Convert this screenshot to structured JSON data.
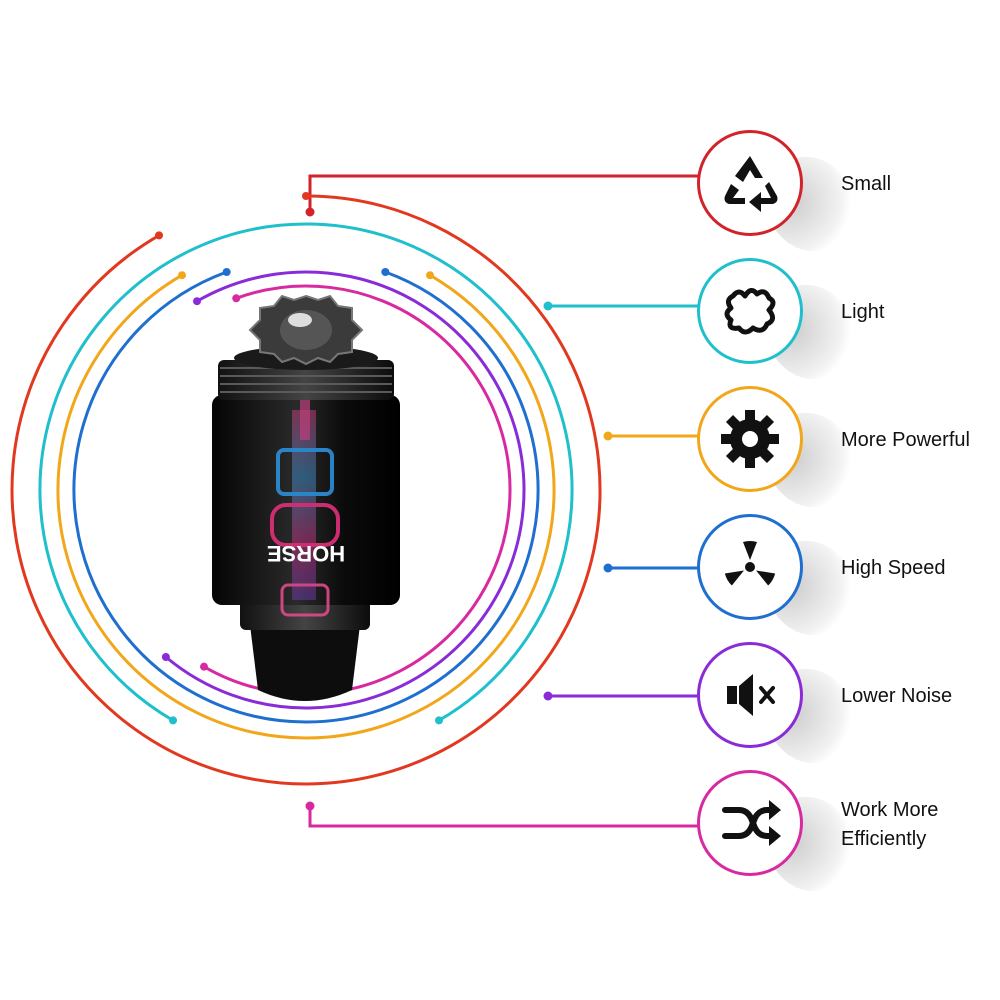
{
  "product": {
    "name": "motor cartridge",
    "brand_text": "HORSE",
    "body_color": "#111111"
  },
  "ring_colors": [
    "#e2381f",
    "#1fbfcc",
    "#f2a71b",
    "#1e6fd0",
    "#8a2bd8",
    "#d82aa0"
  ],
  "features": [
    {
      "label": "Small",
      "label_line2": "",
      "icon": "recycle-icon",
      "color": "#d2232a"
    },
    {
      "label": "Light",
      "label_line2": "",
      "icon": "splat-icon",
      "color": "#1fbfcc"
    },
    {
      "label": "More Powerful",
      "label_line2": "",
      "icon": "gear-icon",
      "color": "#f2a71b"
    },
    {
      "label": "High Speed",
      "label_line2": "",
      "icon": "radiation-icon",
      "color": "#1e6fd0"
    },
    {
      "label": "Lower Noise",
      "label_line2": "",
      "icon": "mute-icon",
      "color": "#8a2bd8"
    },
    {
      "label": "Work More",
      "label_line2": "Efficiently",
      "icon": "shuffle-icon",
      "color": "#d82aa0"
    }
  ]
}
